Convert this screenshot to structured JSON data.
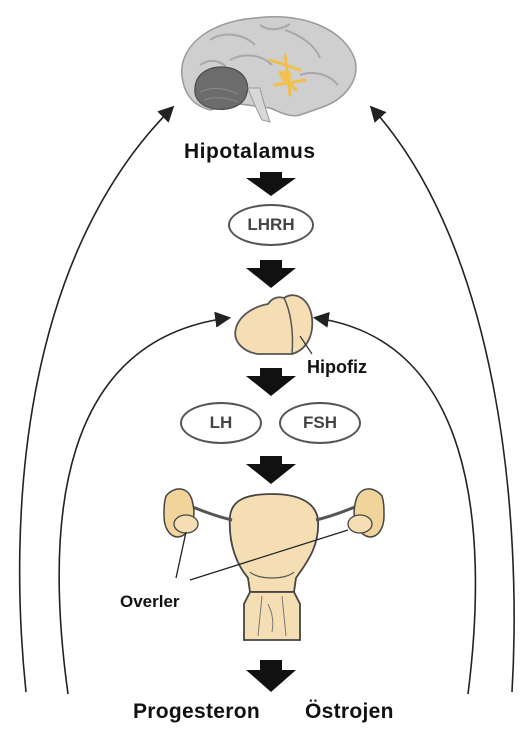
{
  "labels": {
    "hypothalamus": "Hipotalamus",
    "pituitary": "Hipofiz",
    "ovaries": "Overler",
    "progesterone": "Progesteron",
    "estrogen": "Östrojen"
  },
  "hormones": {
    "lhrh": "LHRH",
    "lh": "LH",
    "fsh": "FSH"
  },
  "colors": {
    "brain": "#c9c9c9",
    "cerebellum": "#6e6e6e",
    "highlight": "#f2c04a",
    "gland": "#f5deb3",
    "outline": "#333333",
    "arrow": "#111111"
  }
}
